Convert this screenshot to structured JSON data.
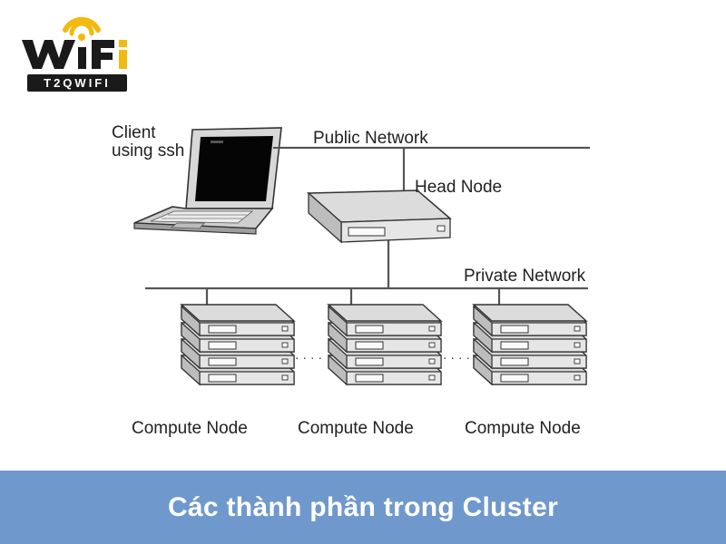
{
  "logo": {
    "wordmark": "WiFi",
    "tagline": "T2QWIFI"
  },
  "diagram": {
    "client_label_line1": "Client",
    "client_label_line2": "using ssh",
    "public_network_label": "Public Network",
    "head_node_label": "Head Node",
    "private_network_label": "Private Network",
    "compute_nodes": [
      "Compute Node",
      "Compute Node",
      "Compute Node"
    ],
    "separator": "· · · ·"
  },
  "banner": {
    "title": "Các thành phần trong Cluster"
  },
  "colors": {
    "banner_bg": "#6f98cd",
    "banner_text": "#ffffff",
    "logo_yellow": "#f2b90f",
    "logo_dark": "#1a1a1a",
    "server_fill": "#d9d9d9",
    "line_color": "#555555"
  }
}
